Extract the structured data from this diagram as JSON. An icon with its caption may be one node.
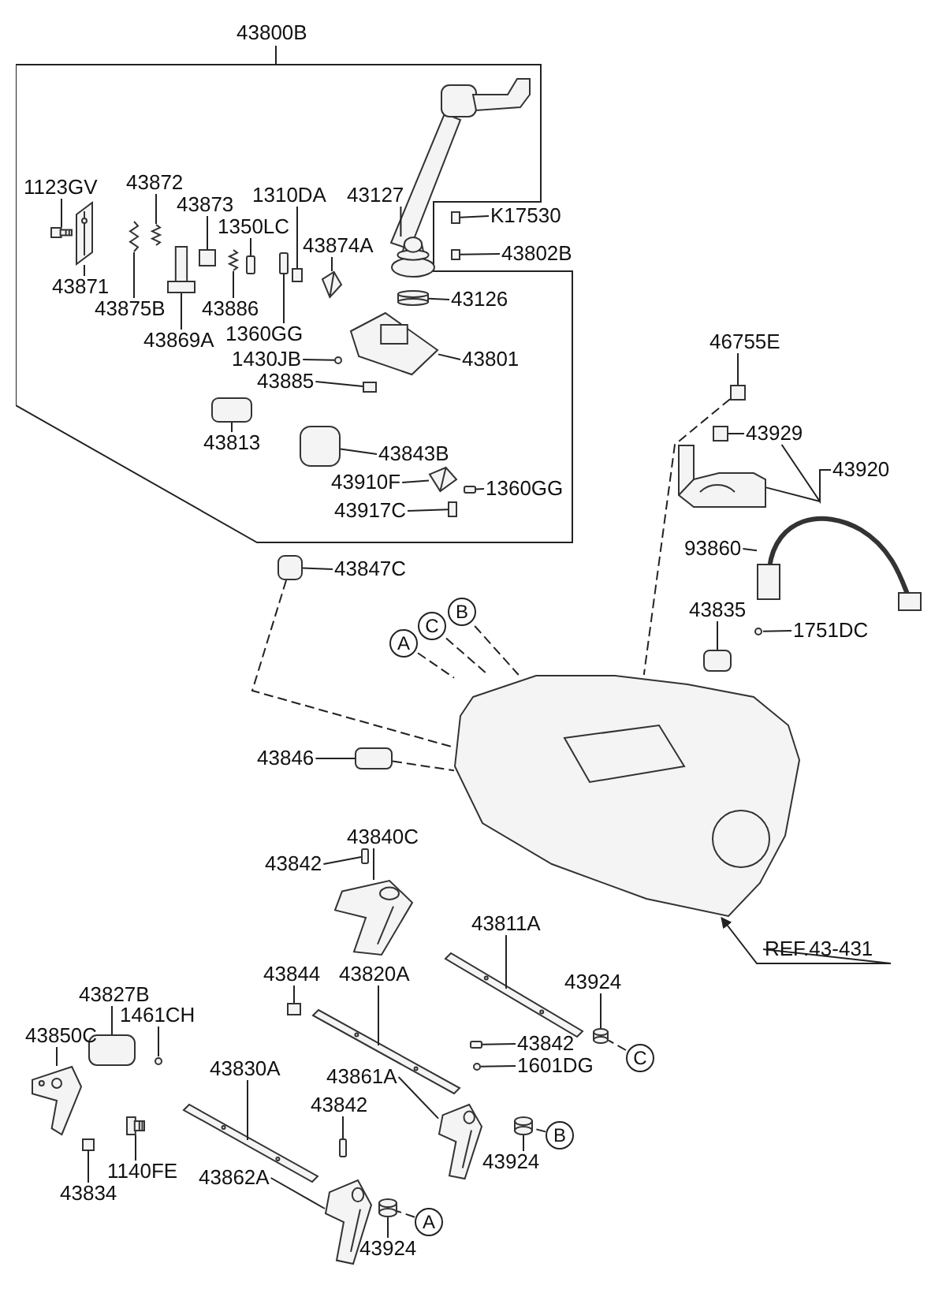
{
  "diagram": {
    "nodes": [
      {
        "text": [
          "43800B"
        ]
      },
      {
        "text": [
          "1123GV"
        ],
        "in": 0
      },
      {
        "text": [
          "43872"
        ],
        "in": 0
      },
      {
        "text": [
          "43873"
        ],
        "in": 0
      },
      {
        "text": [
          "1310DA"
        ],
        "in": 0
      },
      {
        "text": [
          "1350LC"
        ],
        "in": 0
      },
      {
        "text": [
          "43127"
        ],
        "in": 0
      },
      {
        "text": [
          "43874A"
        ],
        "in": 0
      },
      {
        "text": [
          "43871"
        ],
        "in": 0
      },
      {
        "text": [
          "43875B"
        ],
        "in": 0
      },
      {
        "text": [
          "43886"
        ],
        "in": 0
      },
      {
        "text": [
          "43126"
        ],
        "in": 0
      },
      {
        "text": [
          "43869A"
        ],
        "in": 0
      },
      {
        "text": [
          "1360GG"
        ],
        "in": 0
      },
      {
        "text": [
          "43801"
        ],
        "in": 0
      },
      {
        "text": [
          "1430JB"
        ],
        "in": 0
      },
      {
        "text": [
          "43885"
        ],
        "in": 0
      },
      {
        "text": [
          "43813"
        ],
        "in": 0
      },
      {
        "text": [
          "43843B"
        ],
        "in": 0
      },
      {
        "text": [
          "43910F"
        ],
        "in": 0
      },
      {
        "text": [
          "1360GG"
        ],
        "in": 0
      },
      {
        "text": [
          "43917C"
        ],
        "in": 0
      },
      {
        "text": [
          "K17530"
        ]
      },
      {
        "text": [
          "43802B"
        ]
      },
      {
        "text": [
          "43847C"
        ]
      },
      {
        "text": [
          "46755E"
        ]
      },
      {
        "text": [
          "43929"
        ]
      },
      {
        "text": [
          "43920"
        ]
      },
      {
        "text": [
          "93860"
        ]
      },
      {
        "text": [
          "43835"
        ]
      },
      {
        "text": [
          "1751DC"
        ]
      },
      {
        "text": [
          "A"
        ]
      },
      {
        "text": [
          "C"
        ]
      },
      {
        "text": [
          "B"
        ]
      },
      {
        "text": [
          "43846"
        ]
      },
      {
        "text": [
          "43840C"
        ]
      },
      {
        "text": [
          "43842"
        ]
      },
      {
        "text": [
          "REF.43-431"
        ]
      },
      {
        "text": [
          "43811A"
        ]
      },
      {
        "text": [
          "43844"
        ]
      },
      {
        "text": [
          "43820A"
        ]
      },
      {
        "text": [
          "43924"
        ]
      },
      {
        "text": [
          "43827B"
        ]
      },
      {
        "text": [
          "1461CH"
        ]
      },
      {
        "text": [
          "43850C"
        ]
      },
      {
        "text": [
          "43842"
        ]
      },
      {
        "text": [
          "43830A"
        ]
      },
      {
        "text": [
          "1601DG"
        ]
      },
      {
        "text": [
          "43861A"
        ]
      },
      {
        "text": [
          "43842"
        ]
      },
      {
        "text": [
          "43924"
        ]
      },
      {
        "text": [
          "1140FE"
        ]
      },
      {
        "text": [
          "43834"
        ]
      },
      {
        "text": [
          "43862A"
        ]
      },
      {
        "text": [
          "43924"
        ]
      },
      {
        "text": [
          "C"
        ]
      },
      {
        "text": [
          "B"
        ]
      },
      {
        "text": [
          "A"
        ]
      },
      {
        "text": [],
        "shape": "picture",
        "in": 0
      },
      {
        "text": [],
        "shape": "picture",
        "in": 0
      },
      {
        "text": [],
        "shape": "box",
        "in": 0
      },
      {
        "text": [],
        "shape": "box",
        "in": 0
      },
      {
        "text": [],
        "shape": "box",
        "in": 0
      },
      {
        "text": [],
        "shape": "picture",
        "in": 0
      },
      {
        "text": [],
        "shape": "picture",
        "in": 0
      },
      {
        "text": [],
        "shape": "picture",
        "in": 0
      },
      {
        "text": [],
        "shape": "picture",
        "in": 0
      },
      {
        "text": [],
        "shape": "picture",
        "in": 0
      },
      {
        "text": [],
        "shape": "cylinder",
        "in": 0
      },
      {
        "text": [],
        "shape": "picture",
        "in": 0
      },
      {
        "text": [],
        "shape": "box",
        "in": 0
      },
      {
        "text": [],
        "shape": "picture",
        "in": 0
      },
      {
        "text": [],
        "shape": "circle",
        "in": 0
      },
      {
        "text": [],
        "shape": "box",
        "in": 0
      },
      {
        "text": [],
        "shape": "box",
        "in": 0
      },
      {
        "text": [],
        "shape": "box",
        "in": 0
      },
      {
        "text": [],
        "shape": "picture",
        "in": 0
      },
      {
        "text": [],
        "shape": "box",
        "in": 0
      },
      {
        "text": [],
        "shape": "box",
        "in": 0
      },
      {
        "text": [],
        "shape": "box"
      },
      {
        "text": [],
        "shape": "box"
      },
      {
        "text": [],
        "shape": "box"
      },
      {
        "text": [],
        "shape": "box"
      },
      {
        "text": [],
        "shape": "box"
      },
      {
        "text": [],
        "shape": "picture"
      },
      {
        "text": [],
        "shape": "picture"
      },
      {
        "text": [],
        "shape": "box"
      },
      {
        "text": [],
        "shape": "circle"
      },
      {
        "text": [],
        "shape": "picture"
      },
      {
        "text": [],
        "shape": "box"
      },
      {
        "text": [],
        "shape": "picture"
      },
      {
        "text": [],
        "shape": "box"
      },
      {
        "text": [],
        "shape": "picture"
      },
      {
        "text": [],
        "shape": "box"
      },
      {
        "text": [],
        "shape": "picture"
      },
      {
        "text": [],
        "shape": "cylinder"
      },
      {
        "text": [],
        "shape": "box"
      },
      {
        "text": [],
        "shape": "circle"
      },
      {
        "text": [],
        "shape": "picture"
      },
      {
        "text": [],
        "shape": "box"
      },
      {
        "text": [],
        "shape": "picture"
      },
      {
        "text": [],
        "shape": "circle"
      },
      {
        "text": [],
        "shape": "picture"
      },
      {
        "text": [],
        "shape": "box"
      },
      {
        "text": [],
        "shape": "cylinder"
      },
      {
        "text": [],
        "shape": "picture"
      },
      {
        "text": [],
        "shape": "box"
      },
      {
        "text": [],
        "shape": "picture"
      },
      {
        "text": [],
        "shape": "cylinder"
      }
    ],
    "edges": [
      {
        "from": 1,
        "to": 58,
        "arrow": "none"
      },
      {
        "from": 2,
        "to": 59,
        "arrow": "none"
      },
      {
        "from": 3,
        "to": 60,
        "arrow": "none"
      },
      {
        "from": 4,
        "to": 61,
        "arrow": "none"
      },
      {
        "from": 5,
        "to": 62,
        "arrow": "none"
      },
      {
        "from": 6,
        "to": 63,
        "arrow": "none"
      },
      {
        "from": 7,
        "to": 64,
        "arrow": "none"
      },
      {
        "from": 8,
        "to": 65,
        "arrow": "none"
      },
      {
        "from": 9,
        "to": 66,
        "arrow": "none"
      },
      {
        "from": 10,
        "to": 67,
        "arrow": "none"
      },
      {
        "from": 11,
        "to": 68,
        "arrow": "none"
      },
      {
        "from": 12,
        "to": 69,
        "arrow": "none"
      },
      {
        "from": 13,
        "to": 70,
        "arrow": "none"
      },
      {
        "from": 14,
        "to": 71,
        "arrow": "none"
      },
      {
        "from": 15,
        "to": 72,
        "arrow": "none"
      },
      {
        "from": 16,
        "to": 73,
        "arrow": "none"
      },
      {
        "from": 17,
        "to": 74,
        "arrow": "none"
      },
      {
        "from": 18,
        "to": 75,
        "arrow": "none"
      },
      {
        "from": 19,
        "to": 76,
        "arrow": "none"
      },
      {
        "from": 20,
        "to": 77,
        "arrow": "none"
      },
      {
        "from": 21,
        "to": 78,
        "arrow": "none"
      },
      {
        "from": 22,
        "to": 79,
        "arrow": "none"
      },
      {
        "from": 23,
        "to": 80,
        "arrow": "none"
      },
      {
        "from": 24,
        "to": 81,
        "arrow": "none"
      },
      {
        "from": 25,
        "to": 82,
        "arrow": "none"
      },
      {
        "from": 26,
        "to": 83,
        "arrow": "none"
      },
      {
        "from": 27,
        "to": 84,
        "arrow": "none"
      },
      {
        "from": 27,
        "to": 26,
        "arrow": "none"
      },
      {
        "from": 28,
        "to": 85,
        "arrow": "none"
      },
      {
        "from": 29,
        "to": 86,
        "arrow": "none"
      },
      {
        "from": 30,
        "to": 87,
        "arrow": "none"
      },
      {
        "from": 31,
        "to": 88,
        "arrow": "none",
        "style": "dashed"
      },
      {
        "from": 32,
        "to": 88,
        "arrow": "none",
        "style": "dashed"
      },
      {
        "from": 33,
        "to": 88,
        "arrow": "none",
        "style": "dashed"
      },
      {
        "from": 34,
        "to": 89,
        "arrow": "none"
      },
      {
        "from": 35,
        "to": 90,
        "arrow": "none"
      },
      {
        "from": 36,
        "to": 91,
        "arrow": "none"
      },
      {
        "from": 37,
        "to": 88,
        "arrow": "to"
      },
      {
        "from": 38,
        "to": 92,
        "arrow": "none"
      },
      {
        "from": 39,
        "to": 93,
        "arrow": "none"
      },
      {
        "from": 40,
        "to": 94,
        "arrow": "none"
      },
      {
        "from": 41,
        "to": 95,
        "arrow": "none"
      },
      {
        "from": 42,
        "to": 96,
        "arrow": "none"
      },
      {
        "from": 43,
        "to": 97,
        "arrow": "none"
      },
      {
        "from": 44,
        "to": 98,
        "arrow": "none"
      },
      {
        "from": 45,
        "to": 99,
        "arrow": "none"
      },
      {
        "from": 46,
        "to": 100,
        "arrow": "none"
      },
      {
        "from": 47,
        "to": 101,
        "arrow": "none"
      },
      {
        "from": 48,
        "to": 102,
        "arrow": "none"
      },
      {
        "from": 49,
        "to": 103,
        "arrow": "none"
      },
      {
        "from": 50,
        "to": 104,
        "arrow": "none"
      },
      {
        "from": 51,
        "to": 105,
        "arrow": "none"
      },
      {
        "from": 52,
        "to": 106,
        "arrow": "none"
      },
      {
        "from": 53,
        "to": 107,
        "arrow": "none"
      },
      {
        "from": 54,
        "to": 108,
        "arrow": "none"
      },
      {
        "from": 55,
        "to": 95,
        "arrow": "none",
        "style": "dashed"
      },
      {
        "from": 56,
        "to": 104,
        "arrow": "none",
        "style": "dashed"
      },
      {
        "from": 57,
        "to": 108,
        "arrow": "none",
        "style": "dashed"
      },
      {
        "from": 81,
        "to": 88,
        "arrow": "none",
        "style": "dashed"
      },
      {
        "from": 89,
        "to": 88,
        "arrow": "none",
        "style": "dashed"
      },
      {
        "from": 82,
        "to": 88,
        "arrow": "none",
        "style": "dashed"
      }
    ]
  }
}
